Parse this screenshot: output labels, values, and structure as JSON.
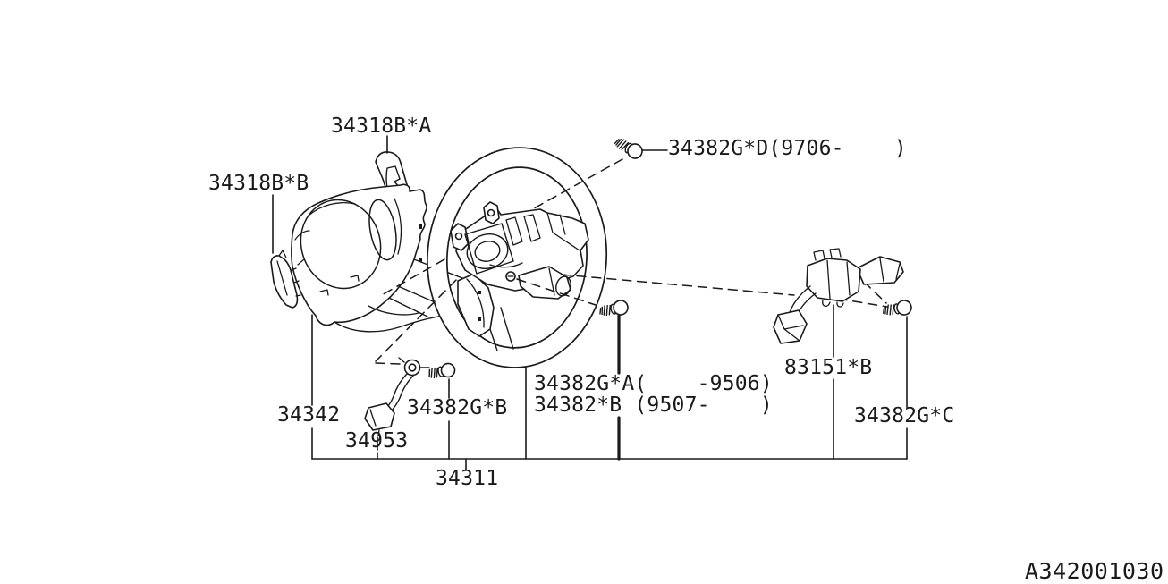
{
  "diagram": {
    "drawing_id": "A342001030",
    "colors": {
      "background": "#ffffff",
      "line": "#1a1a1a"
    },
    "parts": {
      "bracket_a": {
        "label": "34318B*A"
      },
      "bracket_b": {
        "label": "34318B*B"
      },
      "screw_d": {
        "label": "34382G*D(9706-    )"
      },
      "screw_a_b": {
        "label_line1": "34382G*A(    -9506)",
        "label_line2": "34382*B (9507-    )"
      },
      "column_cover": {
        "label": "34342"
      },
      "screw_b": {
        "label": "34382G*B"
      },
      "contact_wire": {
        "label": "34953"
      },
      "steering_wheel_assy": {
        "label": "34311"
      },
      "switch": {
        "label": "83151*B"
      },
      "screw_c": {
        "label": "34382G*C"
      }
    }
  }
}
